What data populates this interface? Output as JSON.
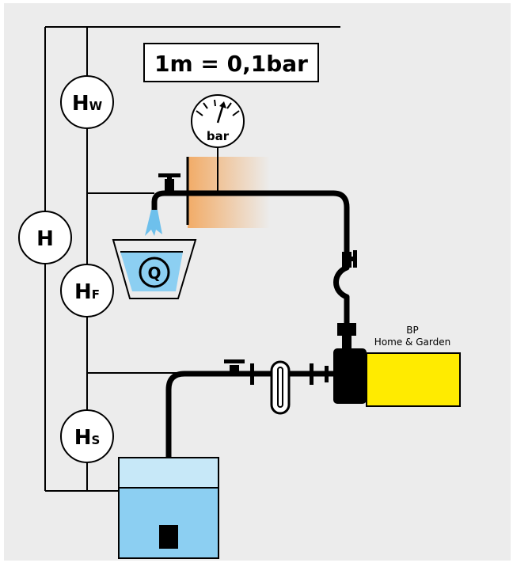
{
  "scale_note": "1m = 0,1bar",
  "gauge": {
    "unit": "bar"
  },
  "heads": {
    "total": {
      "main": "H",
      "sub": ""
    },
    "pressure": {
      "main": "H",
      "sub": "W"
    },
    "delivery": {
      "main": "H",
      "sub": "F"
    },
    "suction": {
      "main": "H",
      "sub": "S"
    }
  },
  "flow": {
    "label": "Q"
  },
  "pump": {
    "line1": "BP",
    "line2": "Home & Garden"
  },
  "colors": {
    "background": "#ececec",
    "pipe": "#000000",
    "water": "#8ccff2",
    "water_light": "#c7e8f8",
    "pump_body": "#ffeb00",
    "spray": "#6ec0ec",
    "glow": "#f2a860"
  }
}
